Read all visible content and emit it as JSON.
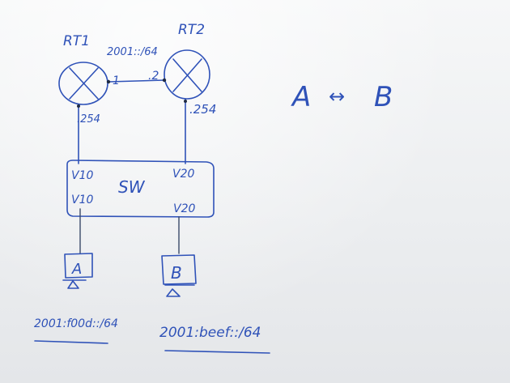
{
  "routers": {
    "rt1": {
      "label": "RT1",
      "port_link": "1",
      "port_lan": ".254"
    },
    "rt2": {
      "label": "RT2",
      "port_link": ".2",
      "port_lan": ".254"
    }
  },
  "link": {
    "prefix": "2001::/64"
  },
  "switch": {
    "label": "SW",
    "top_left_port": "V10",
    "top_right_port": "V20",
    "bottom_left_port": "V10",
    "bottom_right_port": "V20"
  },
  "hosts": {
    "a": {
      "label": "A",
      "prefix": "2001:f00d::/64"
    },
    "b": {
      "label": "B",
      "prefix": "2001:beef::/64"
    }
  },
  "goal": {
    "from": "A",
    "arrow": "↔",
    "to": "B"
  },
  "colors": {
    "ink": "#2f52b8",
    "board": "#eef0f2"
  }
}
